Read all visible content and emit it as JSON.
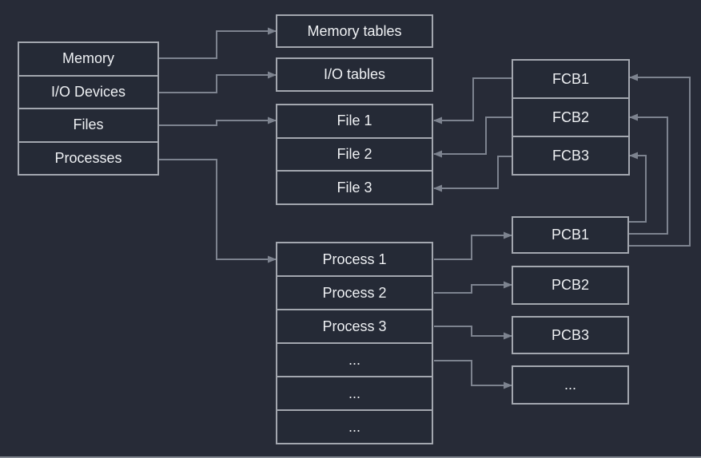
{
  "colors": {
    "background": "#272b37",
    "box_fill": "#252a36",
    "border": "#a3a7af",
    "connector": "#7d838f",
    "text": "#eef0f3"
  },
  "os_table": {
    "rows": [
      "Memory",
      "I/O Devices",
      "Files",
      "Processes"
    ]
  },
  "memory_tables_box": {
    "label": "Memory tables"
  },
  "io_tables_box": {
    "label": "I/O tables"
  },
  "file_table": {
    "rows": [
      "File 1",
      "File 2",
      "File 3"
    ]
  },
  "process_table": {
    "rows": [
      "Process 1",
      "Process 2",
      "Process 3",
      "...",
      "...",
      "..."
    ]
  },
  "fcb_table": {
    "rows": [
      "FCB1",
      "FCB2",
      "FCB3"
    ]
  },
  "pcb_boxes": {
    "labels": [
      "PCB1",
      "PCB2",
      "PCB3",
      "..."
    ]
  },
  "connections": [
    {
      "from": "Memory",
      "to": "Memory tables"
    },
    {
      "from": "I/O Devices",
      "to": "I/O tables"
    },
    {
      "from": "Files",
      "to": "File 1"
    },
    {
      "from": "Processes",
      "to": "Process 1"
    },
    {
      "from": "FCB1",
      "to": "File 1"
    },
    {
      "from": "FCB2",
      "to": "File 2"
    },
    {
      "from": "FCB3",
      "to": "File 3"
    },
    {
      "from": "Process 1",
      "to": "PCB1"
    },
    {
      "from": "Process 2",
      "to": "PCB2"
    },
    {
      "from": "Process 3",
      "to": "PCB3"
    },
    {
      "from": "Process ...",
      "to": "PCB ..."
    },
    {
      "from": "PCB1",
      "to": "FCB3"
    },
    {
      "from": "PCB1",
      "to": "FCB2"
    },
    {
      "from": "PCB1",
      "to": "FCB1"
    }
  ]
}
